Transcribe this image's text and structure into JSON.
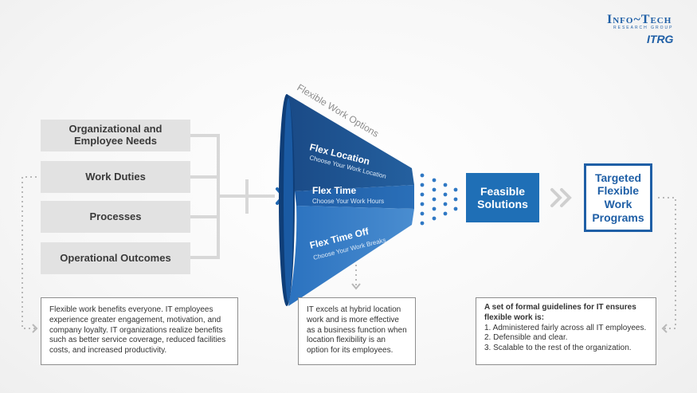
{
  "logo": {
    "name": "Info~Tech",
    "sub": "RESEARCH GROUP",
    "mark": "ITRG"
  },
  "funnel": {
    "title": "Flexible Work Options",
    "options": [
      {
        "title": "Flex Location",
        "subtitle": "Choose Your Work Location"
      },
      {
        "title": "Flex Time",
        "subtitle": "Choose Your Work Hours"
      },
      {
        "title": "Flex Time Off",
        "subtitle": "Choose Your Work Breaks"
      }
    ]
  },
  "inputs": [
    "Organizational and Employee Needs",
    "Work Duties",
    "Processes",
    "Operational Outcomes"
  ],
  "feasible": "Feasible Solutions",
  "targeted": "Targeted Flexible Work Programs",
  "notes": {
    "left": "Flexible work benefits everyone. IT employees experience greater engagement, motivation, and company loyalty. IT organizations realize benefits such as better service coverage, reduced facilities costs, and increased productivity.",
    "middle": "IT excels at hybrid location work and is more effective as a business function when location flexibility is an option for its employees.",
    "right_title": "A set of formal guidelines for IT ensures flexible work is:",
    "right_items": [
      "1. Administered fairly across all IT employees.",
      "2. Defensible and clear.",
      "3. Scalable to the rest of the organization."
    ]
  },
  "colors": {
    "funnel_dark": "#1b4f8f",
    "funnel_mid": "#2468b3",
    "funnel_light": "#3a82cc",
    "accent": "#1f6fb6"
  }
}
